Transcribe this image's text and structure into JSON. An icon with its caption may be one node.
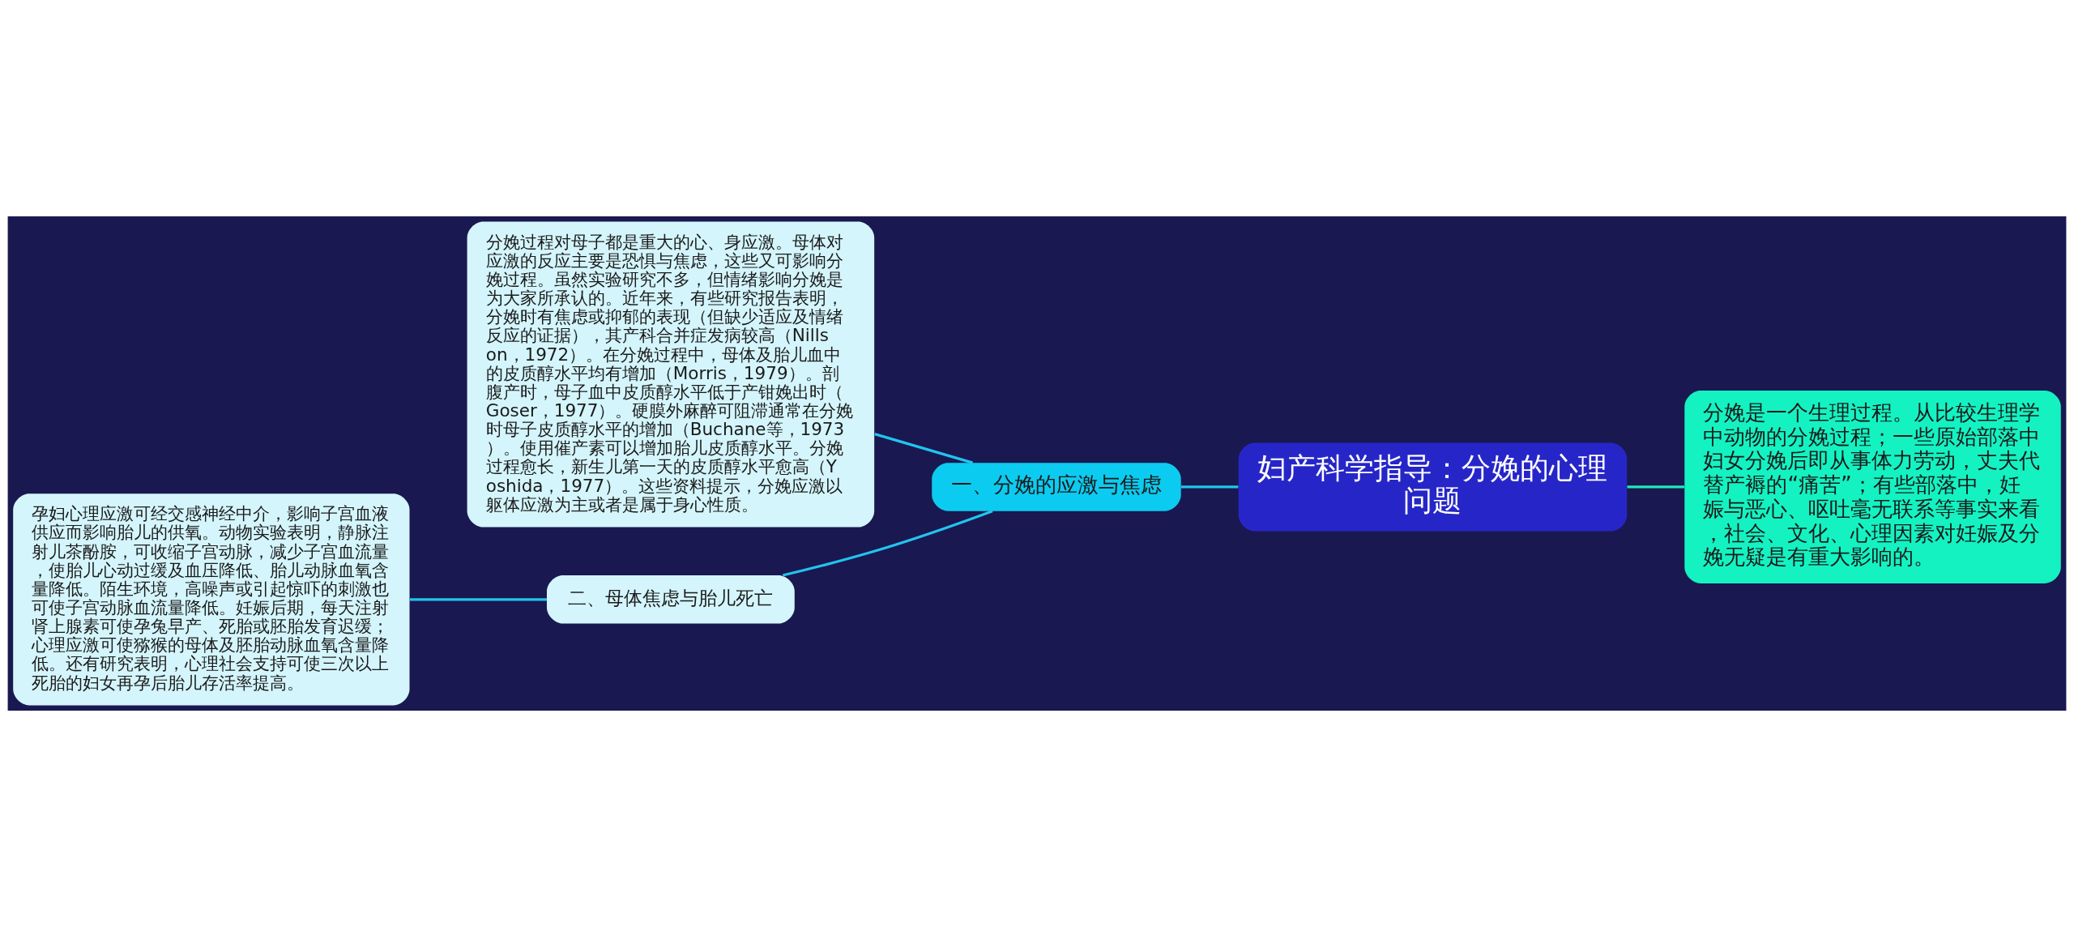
{
  "diagram": {
    "nodes": [
      {
        "text": [
          "妇产科学指导：分娩的心理问题"
        ]
      },
      {
        "text": [
          "分娩是一个生理过程。从比较生理学中动物的分娩过程；一些原始部落中妇女分娩后即从事体力劳动，丈夫代替产褥的“痛苦”；有些部落中，妊娠与恶心、呕吐毫无联系等事实来看，社会、文化、心理因素对妊娠及分娩无疑是有重大影响的。"
        ]
      },
      {
        "text": [
          "一、分娩的应激与焦虑"
        ]
      },
      {
        "text": [
          "分娩过程对母子都是重大的心、身应激。母体对应激的反应主要是恐惧与焦虑，这些又可影响分娩过程。虽然实验研究不多，但情绪影响分娩是为大家所承认的。近年来，有些研究报告表明，分娩时有焦虑或抑郁的表现（但缺少适应及情绪反应的证据），其产科合并症发病较高（Nillson，1972）。在分娩过程中，母体及胎儿血中的皮质醇水平均有增加（Morris，1979）。剖腹产时，母子血中皮质醇水平低于产钳娩出时（Goser，1977）。硬膜外麻醉可阻滞通常在分娩时母子皮质醇水平的增加（Buchane等，1973）。使用催产素可以增加胎儿皮质醇水平。分娩过程愈长，新生儿第一天的皮质醇水平愈高（Yoshida，1977）。这些资料提示，分娩应激以躯体应激为主或者是属于身心性质。"
        ]
      },
      {
        "text": [
          "二、母体焦虑与胎儿死亡"
        ]
      },
      {
        "text": [
          "孕妇心理应激可经交感神经中介，影响子宫血液供应而影响胎儿的供氧。动物实验表明，静脉注射儿茶酚胺，可收缩子宫动脉，减少子宫血流量，使胎儿心动过缓及血压降低、胎儿动脉血氧含量降低。陌生环境，高噪声或引起惊吓的刺激也可使子宫动脉血流量降低。妊娠后期，每天注射肾上腺素可使孕兔早产、死胎或胚胎发育迟缓；心理应激可使猕猴的母体及胚胎动脉血氧含量降低。还有研究表明，心理社会支持可使三次以上死胎的妇女再孕后胎儿存活率提高。"
        ]
      }
    ],
    "edges": [
      {
        "from": 0,
        "to": 1,
        "arrow": "none",
        "color": "#1de9b6"
      },
      {
        "from": 0,
        "to": 2,
        "arrow": "none"
      },
      {
        "from": 2,
        "to": 3,
        "arrow": "none"
      },
      {
        "from": 2,
        "to": 4,
        "arrow": "none"
      },
      {
        "from": 4,
        "to": 5,
        "arrow": "none"
      }
    ]
  }
}
